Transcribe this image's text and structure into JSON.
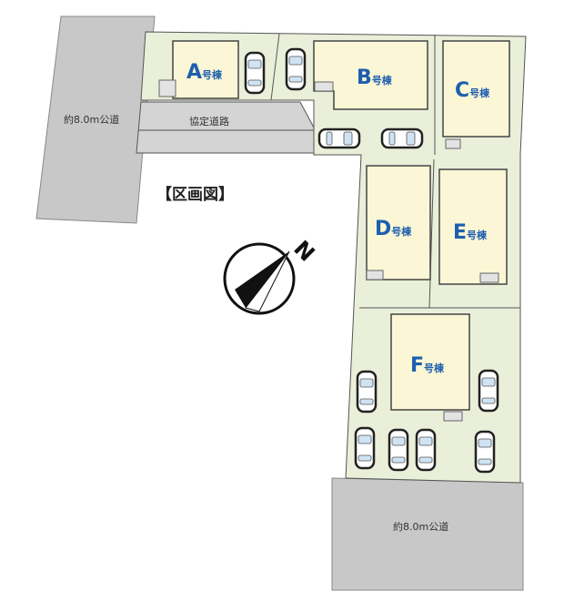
{
  "title": "【区画図】",
  "roads": {
    "left": "約8.0m公道",
    "bottom": "約8.0m公道",
    "private": "協定道路"
  },
  "lots": [
    {
      "letter": "A",
      "suffix": "号棟"
    },
    {
      "letter": "B",
      "suffix": "号棟"
    },
    {
      "letter": "C",
      "suffix": "号棟"
    },
    {
      "letter": "D",
      "suffix": "号棟"
    },
    {
      "letter": "E",
      "suffix": "号棟"
    },
    {
      "letter": "F",
      "suffix": "号棟"
    }
  ],
  "compass": {
    "north_label": "N"
  },
  "colors": {
    "road": "#c8c8c8",
    "site": "#e9efd9",
    "house": "#fbf6d5",
    "label": "#1d5fae"
  }
}
